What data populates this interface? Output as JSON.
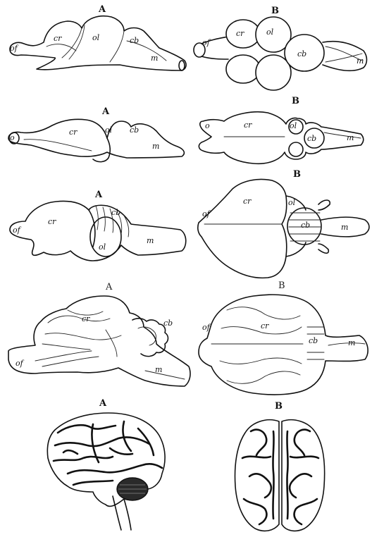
{
  "rows": [
    {
      "left_heading": "A",
      "right_heading": "B",
      "left_labels": {
        "of": "of",
        "cr": "cr",
        "ol": "ol",
        "cb": "cb",
        "m": "m"
      },
      "right_labels": {
        "of": "of",
        "cr": "cr",
        "ol": "ol",
        "cb": "cb",
        "m": "m"
      }
    },
    {
      "left_heading": "A",
      "right_heading": "B",
      "left_labels": {
        "o": "o",
        "cr": "cr",
        "ol": "ol",
        "cb": "cb",
        "m": "m"
      },
      "right_labels": {
        "o": "o",
        "cr": "cr",
        "ol": "ol",
        "cb": "cb",
        "m": "m"
      }
    },
    {
      "left_heading": "A",
      "right_heading": "B",
      "left_labels": {
        "of": "of",
        "cr": "cr",
        "ol": "ol",
        "cb": "cb",
        "m": "m"
      },
      "right_labels": {
        "of": "of",
        "cr": "cr",
        "ol": "ol",
        "cb": "cb",
        "m": "m"
      }
    },
    {
      "left_heading": "A",
      "right_heading": "B",
      "left_labels": {
        "of": "of",
        "cr": "cr",
        "cb": "cb",
        "m": "m"
      },
      "right_labels": {
        "of": "of",
        "cr": "cr",
        "cb": "cb",
        "m": "m"
      }
    },
    {
      "left_heading": "A",
      "right_heading": "B"
    }
  ]
}
